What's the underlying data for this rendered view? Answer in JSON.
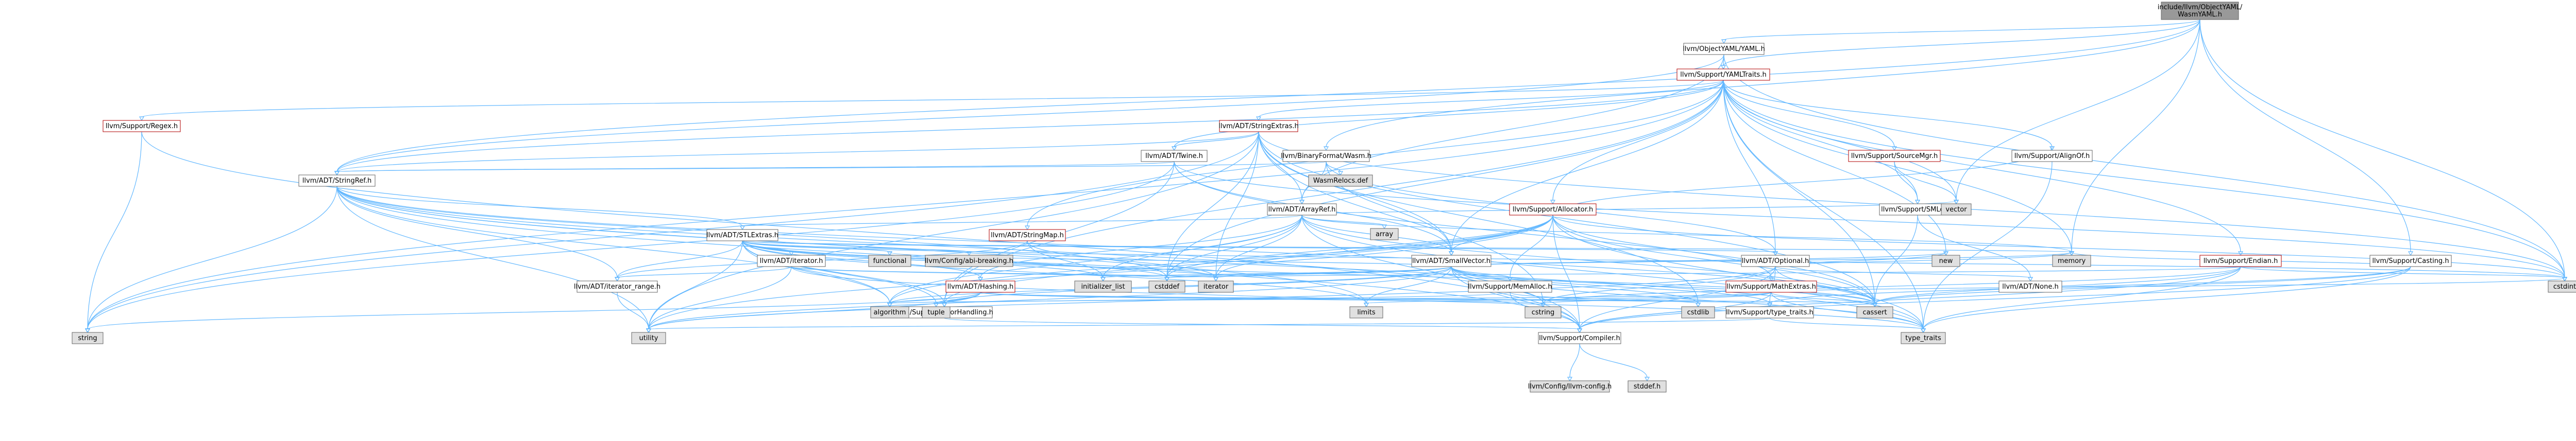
{
  "graph": {
    "colors": {
      "root_fill": "#999999",
      "file_fill": "#ffffff",
      "ext_fill": "#e0e0e0",
      "file_stroke": "#666666",
      "red_text": "#b00000",
      "edge": "#63b8ff"
    },
    "nodes": [
      {
        "id": "root",
        "label": "include/llvm/ObjectYAML/WasmYAML.h",
        "kind": "root"
      },
      {
        "id": "objyaml",
        "label": "llvm/ObjectYAML/YAML.h",
        "kind": "file"
      },
      {
        "id": "yamltraits",
        "label": "llvm/Support/YAMLTraits.h",
        "kind": "red"
      },
      {
        "id": "regex",
        "label": "llvm/Support/Regex.h",
        "kind": "red"
      },
      {
        "id": "strextras",
        "label": "llvm/ADT/StringExtras.h",
        "kind": "red"
      },
      {
        "id": "twine",
        "label": "llvm/ADT/Twine.h",
        "kind": "file"
      },
      {
        "id": "binfmtwasm",
        "label": "llvm/BinaryFormat/Wasm.h",
        "kind": "file"
      },
      {
        "id": "wasmreloc",
        "label": "WasmRelocs.def",
        "kind": "ext"
      },
      {
        "id": "alignof",
        "label": "llvm/Support/AlignOf.h",
        "kind": "file"
      },
      {
        "id": "sourcemgr",
        "label": "llvm/Support/SourceMgr.h",
        "kind": "red"
      },
      {
        "id": "smloc",
        "label": "llvm/Support/SMLoc.h",
        "kind": "file"
      },
      {
        "id": "stringref",
        "label": "llvm/ADT/StringRef.h",
        "kind": "file"
      },
      {
        "id": "arrayref",
        "label": "llvm/ADT/ArrayRef.h",
        "kind": "file"
      },
      {
        "id": "allocator",
        "label": "llvm/Support/Allocator.h",
        "kind": "red"
      },
      {
        "id": "stlextras",
        "label": "llvm/ADT/STLExtras.h",
        "kind": "file"
      },
      {
        "id": "stringmap",
        "label": "llvm/ADT/StringMap.h",
        "kind": "red"
      },
      {
        "id": "smallvector",
        "label": "llvm/ADT/SmallVector.h",
        "kind": "file"
      },
      {
        "id": "optional",
        "label": "llvm/ADT/Optional.h",
        "kind": "file"
      },
      {
        "id": "endian",
        "label": "llvm/Support/Endian.h",
        "kind": "red"
      },
      {
        "id": "casting",
        "label": "llvm/Support/Casting.h",
        "kind": "file"
      },
      {
        "id": "iterator",
        "label": "llvm/ADT/iterator.h",
        "kind": "file"
      },
      {
        "id": "functional",
        "label": "functional",
        "kind": "ext"
      },
      {
        "id": "databreak",
        "label": "llvm/Config/abi-breaking.h",
        "kind": "ext"
      },
      {
        "id": "iterrange",
        "label": "llvm/ADT/iterator_range.h",
        "kind": "file"
      },
      {
        "id": "hashing",
        "label": "llvm/ADT/Hashing.h",
        "kind": "red"
      },
      {
        "id": "initlist",
        "label": "initializer_list",
        "kind": "ext"
      },
      {
        "id": "cstddef",
        "label": "cstddef",
        "kind": "ext"
      },
      {
        "id": "iteratorstd",
        "label": "iterator",
        "kind": "ext"
      },
      {
        "id": "memalloc",
        "label": "llvm/Support/MemAlloc.h",
        "kind": "file"
      },
      {
        "id": "mathextras",
        "label": "llvm/Support/MathExtras.h",
        "kind": "red"
      },
      {
        "id": "nonestr",
        "label": "llvm/ADT/None.h",
        "kind": "file"
      },
      {
        "id": "memory",
        "label": "memory",
        "kind": "ext"
      },
      {
        "id": "new",
        "label": "new",
        "kind": "ext"
      },
      {
        "id": "vector",
        "label": "vector",
        "kind": "ext"
      },
      {
        "id": "array",
        "label": "array",
        "kind": "ext"
      },
      {
        "id": "errhandling",
        "label": "llvm/Support/ErrorHandling.h",
        "kind": "file"
      },
      {
        "id": "typetraitsllvm",
        "label": "llvm/Support/type_traits.h",
        "kind": "file"
      },
      {
        "id": "compiler",
        "label": "llvm/Support/Compiler.h",
        "kind": "file"
      },
      {
        "id": "llvmconfig",
        "label": "llvm/Config/llvm-config.h",
        "kind": "ext"
      },
      {
        "id": "cstddefh",
        "label": "stddef.h",
        "kind": "ext"
      },
      {
        "id": "algorithm",
        "label": "algorithm",
        "kind": "ext"
      },
      {
        "id": "tuple",
        "label": "tuple",
        "kind": "ext"
      },
      {
        "id": "limits",
        "label": "limits",
        "kind": "ext"
      },
      {
        "id": "cstring",
        "label": "cstring",
        "kind": "ext"
      },
      {
        "id": "cstdlib",
        "label": "cstdlib",
        "kind": "ext"
      },
      {
        "id": "cassert",
        "label": "cassert",
        "kind": "ext"
      },
      {
        "id": "cstdint",
        "label": "cstdint",
        "kind": "ext"
      },
      {
        "id": "typetraits",
        "label": "type_traits",
        "kind": "ext"
      },
      {
        "id": "utility",
        "label": "utility",
        "kind": "ext"
      },
      {
        "id": "string",
        "label": "string",
        "kind": "ext"
      }
    ],
    "edges": [
      [
        "root",
        "objyaml"
      ],
      [
        "root",
        "yamltraits"
      ],
      [
        "root",
        "binfmtwasm"
      ],
      [
        "root",
        "stringref"
      ],
      [
        "root",
        "cstdint"
      ],
      [
        "root",
        "memory"
      ],
      [
        "root",
        "vector"
      ],
      [
        "root",
        "casting"
      ],
      [
        "objyaml",
        "yamltraits"
      ],
      [
        "objyaml",
        "stringref"
      ],
      [
        "objyaml",
        "cstdint"
      ],
      [
        "objyaml",
        "arrayref"
      ],
      [
        "yamltraits",
        "regex"
      ],
      [
        "yamltraits",
        "strextras"
      ],
      [
        "yamltraits",
        "twine"
      ],
      [
        "yamltraits",
        "alignof"
      ],
      [
        "yamltraits",
        "sourcemgr"
      ],
      [
        "yamltraits",
        "smloc"
      ],
      [
        "yamltraits",
        "stringref"
      ],
      [
        "yamltraits",
        "allocator"
      ],
      [
        "yamltraits",
        "stringmap"
      ],
      [
        "yamltraits",
        "smallvector"
      ],
      [
        "yamltraits",
        "optional"
      ],
      [
        "yamltraits",
        "endian"
      ],
      [
        "yamltraits",
        "cassert"
      ],
      [
        "yamltraits",
        "map"
      ],
      [
        "yamltraits",
        "memory"
      ],
      [
        "yamltraits",
        "new"
      ],
      [
        "yamltraits",
        "string"
      ],
      [
        "yamltraits",
        "vector"
      ],
      [
        "yamltraits",
        "typetraits"
      ],
      [
        "yamltraits",
        "cstddef"
      ],
      [
        "yamltraits",
        "cstdint"
      ],
      [
        "yamltraits",
        "errhandling"
      ],
      [
        "regex",
        "string"
      ],
      [
        "regex",
        "compiler"
      ],
      [
        "strextras",
        "arrayref"
      ],
      [
        "strextras",
        "smallvector"
      ],
      [
        "strextras",
        "stringref"
      ],
      [
        "strextras",
        "twine"
      ],
      [
        "strextras",
        "cassert"
      ],
      [
        "strextras",
        "cstddef"
      ],
      [
        "strextras",
        "cstdint"
      ],
      [
        "strextras",
        "cstdlib"
      ],
      [
        "strextras",
        "cstring"
      ],
      [
        "strextras",
        "iteratorstd"
      ],
      [
        "strextras",
        "string"
      ],
      [
        "strextras",
        "utility"
      ],
      [
        "strextras",
        "apsint"
      ],
      [
        "twine",
        "smallvector"
      ],
      [
        "twine",
        "stringref"
      ],
      [
        "twine",
        "errhandling"
      ],
      [
        "twine",
        "cassert"
      ],
      [
        "twine",
        "cstdint"
      ],
      [
        "twine",
        "string"
      ],
      [
        "binfmtwasm",
        "arrayref"
      ],
      [
        "binfmtwasm",
        "optional"
      ],
      [
        "binfmtwasm",
        "smallvector"
      ],
      [
        "binfmtwasm",
        "stringref"
      ],
      [
        "binfmtwasm",
        "wasmreloc"
      ],
      [
        "alignof",
        "typetraits"
      ],
      [
        "sourcemgr",
        "smloc"
      ],
      [
        "sourcemgr",
        "vector"
      ],
      [
        "smloc",
        "nonestr"
      ],
      [
        "smloc",
        "cassert"
      ],
      [
        "stringref",
        "stlextras"
      ],
      [
        "stringref",
        "iterrange"
      ],
      [
        "stringref",
        "compiler"
      ],
      [
        "stringref",
        "algorithm"
      ],
      [
        "stringref",
        "cassert"
      ],
      [
        "stringref",
        "cstddef"
      ],
      [
        "stringref",
        "cstring"
      ],
      [
        "stringref",
        "limits"
      ],
      [
        "stringref",
        "string"
      ],
      [
        "stringref",
        "typetraits"
      ],
      [
        "stringref",
        "utility"
      ],
      [
        "arrayref",
        "hashing"
      ],
      [
        "arrayref",
        "none"
      ],
      [
        "arrayref",
        "smallvector"
      ],
      [
        "arrayref",
        "stlextras"
      ],
      [
        "arrayref",
        "compiler"
      ],
      [
        "arrayref",
        "algorithm"
      ],
      [
        "arrayref",
        "array"
      ],
      [
        "arrayref",
        "cassert"
      ],
      [
        "arrayref",
        "cstddef"
      ],
      [
        "arrayref",
        "initlist"
      ],
      [
        "arrayref",
        "iteratorstd"
      ],
      [
        "arrayref",
        "memory"
      ],
      [
        "arrayref",
        "typetraits"
      ],
      [
        "arrayref",
        "vector"
      ],
      [
        "allocator",
        "smallvector"
      ],
      [
        "allocator",
        "alignof"
      ],
      [
        "allocator",
        "compiler"
      ],
      [
        "allocator",
        "errhandling"
      ],
      [
        "allocator",
        "mathextras"
      ],
      [
        "allocator",
        "memalloc"
      ],
      [
        "allocator",
        "algorithm"
      ],
      [
        "allocator",
        "cassert"
      ],
      [
        "allocator",
        "cstddef"
      ],
      [
        "allocator",
        "cstdint"
      ],
      [
        "allocator",
        "iteratorstd"
      ],
      [
        "allocator",
        "typetraits"
      ],
      [
        "allocator",
        "utility"
      ],
      [
        "stlextras",
        "iterator"
      ],
      [
        "stlextras",
        "iterrange"
      ],
      [
        "stlextras",
        "optional"
      ],
      [
        "stlextras",
        "errhandling"
      ],
      [
        "stlextras",
        "functional"
      ],
      [
        "stlextras",
        "databreak"
      ],
      [
        "stlextras",
        "hashing"
      ],
      [
        "stlextras",
        "initlist"
      ],
      [
        "stlextras",
        "cstddef"
      ],
      [
        "stlextras",
        "iteratorstd"
      ],
      [
        "stlextras",
        "tuple"
      ],
      [
        "stlextras",
        "utility"
      ],
      [
        "stlextras",
        "limits"
      ],
      [
        "stlextras",
        "memory"
      ],
      [
        "stlextras",
        "cstdint"
      ],
      [
        "stlextras",
        "cassert"
      ],
      [
        "stlextras",
        "algorithm"
      ],
      [
        "stringmap",
        "iterrange"
      ],
      [
        "stringmap",
        "initlist"
      ],
      [
        "stringmap",
        "iteratorstd"
      ],
      [
        "smallvector",
        "compiler"
      ],
      [
        "smallvector",
        "memalloc"
      ],
      [
        "smallvector",
        "typetraitsllvm"
      ],
      [
        "smallvector",
        "algorithm"
      ],
      [
        "smallvector",
        "cassert"
      ],
      [
        "smallvector",
        "cstddef"
      ],
      [
        "smallvector",
        "cstdlib"
      ],
      [
        "smallvector",
        "cstring"
      ],
      [
        "smallvector",
        "functional"
      ],
      [
        "smallvector",
        "initlist"
      ],
      [
        "smallvector",
        "iteratorstd"
      ],
      [
        "smallvector",
        "limits"
      ],
      [
        "smallvector",
        "memory"
      ],
      [
        "smallvector",
        "new"
      ],
      [
        "smallvector",
        "typetraits"
      ],
      [
        "smallvector",
        "utility"
      ],
      [
        "smallvector",
        "errhandling"
      ],
      [
        "optional",
        "nonestr"
      ],
      [
        "optional",
        "compiler"
      ],
      [
        "optional",
        "typetraitsllvm"
      ],
      [
        "optional",
        "cassert"
      ],
      [
        "optional",
        "cstring"
      ],
      [
        "optional",
        "new"
      ],
      [
        "optional",
        "utility"
      ],
      [
        "optional",
        "memory"
      ],
      [
        "endian",
        "compiler"
      ],
      [
        "endian",
        "cassert"
      ],
      [
        "endian",
        "cstddef"
      ],
      [
        "endian",
        "cstdint"
      ],
      [
        "endian",
        "cstring"
      ],
      [
        "endian",
        "typetraits"
      ],
      [
        "casting",
        "compiler"
      ],
      [
        "casting",
        "typetraitsllvm"
      ],
      [
        "casting",
        "cassert"
      ],
      [
        "casting",
        "memory"
      ],
      [
        "casting",
        "typetraits"
      ],
      [
        "iterator",
        "iterrange"
      ],
      [
        "iterator",
        "cstddef"
      ],
      [
        "iterator",
        "iteratorstd"
      ],
      [
        "iterator",
        "typetraits"
      ],
      [
        "iterator",
        "utility"
      ],
      [
        "iterrange",
        "utility"
      ],
      [
        "hashing",
        "errhandling"
      ],
      [
        "hashing",
        "typetraitsllvm"
      ],
      [
        "hashing",
        "algorithm"
      ],
      [
        "hashing",
        "cassert"
      ],
      [
        "hashing",
        "cstring"
      ],
      [
        "hashing",
        "string"
      ],
      [
        "hashing",
        "tuple"
      ],
      [
        "hashing",
        "utility"
      ],
      [
        "memalloc",
        "compiler"
      ],
      [
        "memalloc",
        "errhandling"
      ],
      [
        "memalloc",
        "cstdlib"
      ],
      [
        "mathextras",
        "compiler"
      ],
      [
        "mathextras",
        "cassert"
      ],
      [
        "mathextras",
        "climits"
      ],
      [
        "mathextras",
        "cstring"
      ],
      [
        "mathextras",
        "limits"
      ],
      [
        "mathextras",
        "typetraits"
      ],
      [
        "mathextras",
        "algorithm"
      ],
      [
        "mathextras",
        "cstdint"
      ],
      [
        "errhandling",
        "compiler"
      ],
      [
        "typetraitsllvm",
        "typetraits"
      ],
      [
        "typetraitsllvm",
        "utility"
      ],
      [
        "compiler",
        "llvmconfig"
      ],
      [
        "compiler",
        "cstddefh"
      ]
    ]
  }
}
